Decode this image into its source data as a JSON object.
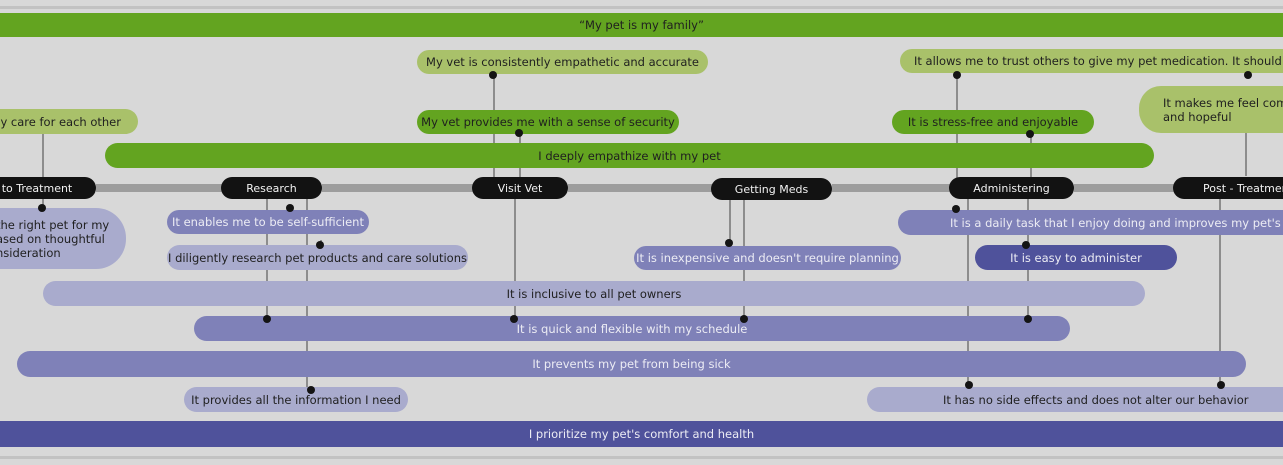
{
  "top_bar": "“My pet is my family”",
  "stages": [
    "to Treatment",
    "Research",
    "Visit Vet",
    "Getting Meds",
    "Administering",
    "Post - Treatment"
  ],
  "needs": {
    "vet_empathetic": "My vet is consistently empathetic and accurate",
    "trust_others": "It allows me to trust others to give my pet medication. It should be foolp",
    "care_each_other": "ally care for each other",
    "comfort_hopeful": "It makes me feel comf and hopeful",
    "vet_security": "My vet provides me with a sense of security",
    "stress_free": "It is stress-free and enjoyable",
    "empathize": "I deeply empathize with my pet",
    "right_pet": "the right pet for my ased on thoughtful nsideration",
    "self_sufficient": "It enables me to be self-sufficient",
    "daily_task": "It is a daily task that I enjoy doing and improves my pet's health",
    "research_products": "I diligently research pet products and care solutions",
    "inexpensive": "It is inexpensive and doesn't require planning",
    "easy_administer": "It is easy to administer",
    "inclusive": "It is inclusive to all pet owners",
    "quick_flexible": "It is quick and flexible with my schedule",
    "prevents_sick": "It prevents my pet from being sick",
    "provides_info": "It provides all the information I need",
    "no_side_effects": "It has no side effects and does not alter our behavior",
    "prioritize": "I prioritize my pet's comfort and health"
  },
  "colors": {
    "background": "#d8d8d8",
    "green_dark": "#63a420",
    "green_light": "#a9c16a",
    "blue_dark": "#4f529b",
    "blue_mid": "#7f81b8",
    "blue_light": "#a9abcd",
    "stage_pill": "#121212",
    "connector": "#8d8d8d"
  }
}
